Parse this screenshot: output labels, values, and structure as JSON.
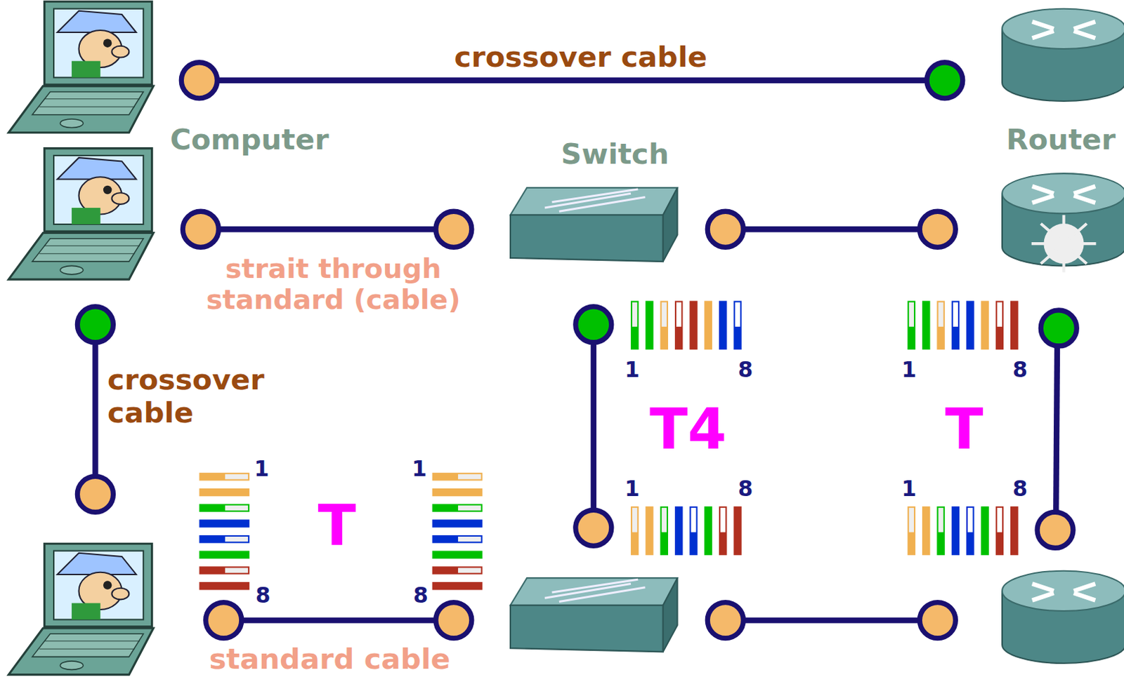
{
  "diagram": {
    "labels": [
      "crossover cable",
      "Computer",
      "Switch",
      "Router",
      "strait through standard (cable)",
      "1",
      "8",
      "1",
      "8",
      "crossover cable",
      "T4",
      "T",
      "1",
      "1",
      "T",
      "1",
      "8",
      "1",
      "8",
      "8",
      "8",
      "standard cable"
    ]
  }
}
